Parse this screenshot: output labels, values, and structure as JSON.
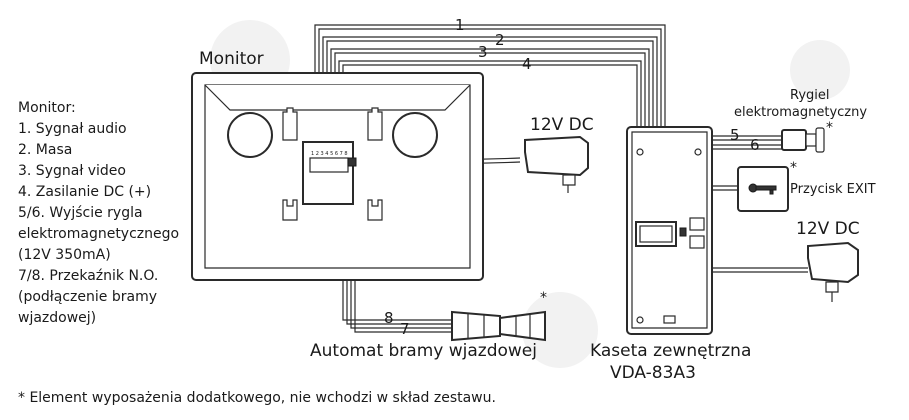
{
  "labels": {
    "monitor_title": "Monitor",
    "power_monitor": "12V DC",
    "power_camera": "12V DC",
    "lock_label_line1": "Rygiel",
    "lock_label_line2": "elektromagnetyczny",
    "exit_label": "Przycisk EXIT",
    "gate_label": "Automat bramy wjazdowej",
    "camera_label_line1": "Kaseta zewnętrzna",
    "camera_label_line2": "VDA-83A3",
    "asterisk": "*",
    "terminal_numbers": "1 2 3 4 5 6 7 8",
    "footnote": "* Element wyposażenia dodatkowego, nie wchodzi w skład zestawu."
  },
  "wire_numbers": [
    "1",
    "2",
    "3",
    "4",
    "5",
    "6",
    "7",
    "8"
  ],
  "legend": [
    "Monitor:",
    "1. Sygnał audio",
    "2. Masa",
    "3. Sygnał video",
    "4. Zasilanie DC (+)",
    "5/6. Wyjście rygla",
    "elektromagnetycznego",
    "(12V 350mA)",
    "7/8. Przekaźnik N.O.",
    "(podłączenie bramy",
    "wjazdowej)"
  ]
}
